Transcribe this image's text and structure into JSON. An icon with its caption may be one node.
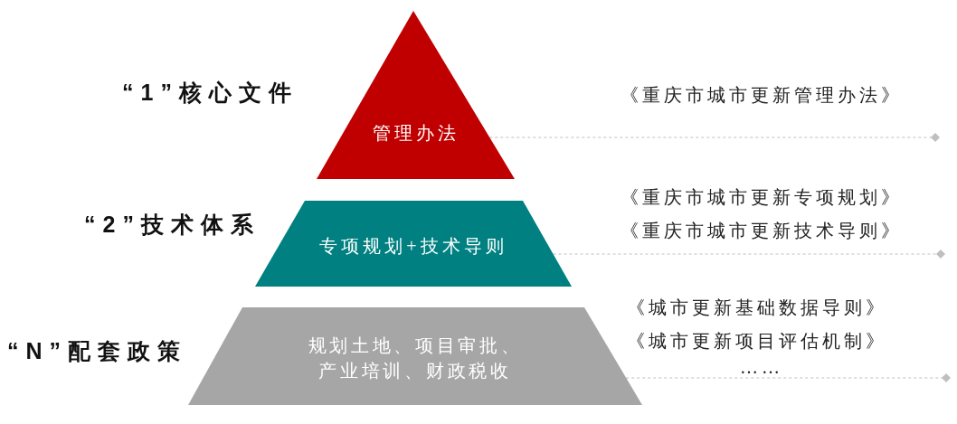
{
  "diagram": {
    "nodes": [
      {
        "text": [
          "管理办法"
        ],
        "beside": [
          "“1”核心文件"
        ]
      },
      {
        "text": [
          "专项规划+技术导则"
        ],
        "beside": [
          "“2”技术体系"
        ]
      },
      {
        "text": [
          "规划土地、项目审批、产业培训、财政税收"
        ],
        "beside": [
          "“N”配套政策"
        ]
      }
    ],
    "edges": [
      {
        "from": 0,
        "to": null,
        "arrow": "other",
        "style": "dashed"
      },
      {
        "from": 1,
        "to": null,
        "arrow": "other",
        "style": "dashed"
      },
      {
        "from": 2,
        "to": null,
        "arrow": "other",
        "style": "dashed"
      }
    ],
    "labels": [
      "《重庆市城市更新管理办法》",
      "《重庆市城市更新专项规划》",
      "《重庆市城市更新技术导则》",
      "《城市更新基础数据导则》",
      "《城市更新项目评估机制》",
      "……"
    ]
  }
}
